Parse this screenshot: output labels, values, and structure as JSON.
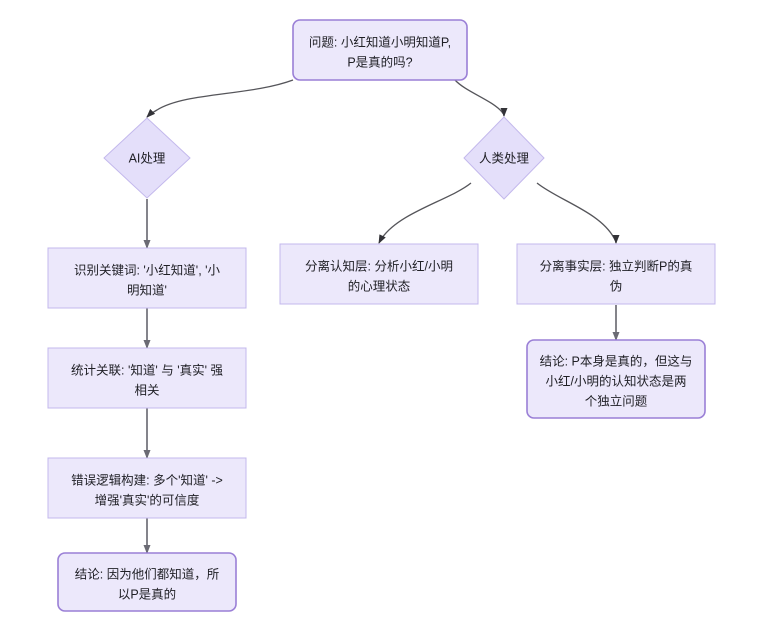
{
  "diagram": {
    "type": "flowchart",
    "direction": "top-down",
    "background_color": "#ffffff",
    "node_fill": "#ECE8FB",
    "node_stroke": "#C3B8EC",
    "accent_stroke": "#9A7FD6",
    "edge_color": "#55555A",
    "text_color": "#1F1F25",
    "nodes": [
      {
        "id": "q",
        "shape": "rounded-rect",
        "lines": [
          "问题: 小红知道小明知道P,",
          "P是真的吗?"
        ]
      },
      {
        "id": "ai",
        "shape": "diamond",
        "lines": [
          "AI处理"
        ]
      },
      {
        "id": "human",
        "shape": "diamond",
        "lines": [
          "人类处理"
        ]
      },
      {
        "id": "ai1",
        "shape": "rect",
        "lines": [
          "识别关键词: '小红知道', '小",
          "明知道'"
        ]
      },
      {
        "id": "ai2",
        "shape": "rect",
        "lines": [
          "统计关联: '知道' 与 '真实' 强",
          "相关"
        ]
      },
      {
        "id": "ai3",
        "shape": "rect",
        "lines": [
          "错误逻辑构建: 多个'知道' ->",
          "增强'真实'的可信度"
        ]
      },
      {
        "id": "ai4",
        "shape": "rounded-rect",
        "lines": [
          "结论: 因为他们都知道，所",
          "以P是真的"
        ]
      },
      {
        "id": "h1",
        "shape": "rect",
        "lines": [
          "分离认知层: 分析小红/小明",
          "的心理状态"
        ]
      },
      {
        "id": "h2",
        "shape": "rect",
        "lines": [
          "分离事实层: 独立判断P的真",
          "伪"
        ]
      },
      {
        "id": "h3",
        "shape": "rounded-rect",
        "lines": [
          "结论: P本身是真的，但这与",
          "小红/小明的认知状态是两",
          "个独立问题"
        ]
      }
    ],
    "edges": [
      {
        "from": "q",
        "to": "ai",
        "style": "curved"
      },
      {
        "from": "q",
        "to": "human",
        "style": "curved"
      },
      {
        "from": "ai",
        "to": "ai1",
        "style": "straight"
      },
      {
        "from": "ai1",
        "to": "ai2",
        "style": "straight"
      },
      {
        "from": "ai2",
        "to": "ai3",
        "style": "straight"
      },
      {
        "from": "ai3",
        "to": "ai4",
        "style": "straight"
      },
      {
        "from": "human",
        "to": "h1",
        "style": "curved"
      },
      {
        "from": "human",
        "to": "h2",
        "style": "curved"
      },
      {
        "from": "h2",
        "to": "h3",
        "style": "straight"
      }
    ]
  }
}
